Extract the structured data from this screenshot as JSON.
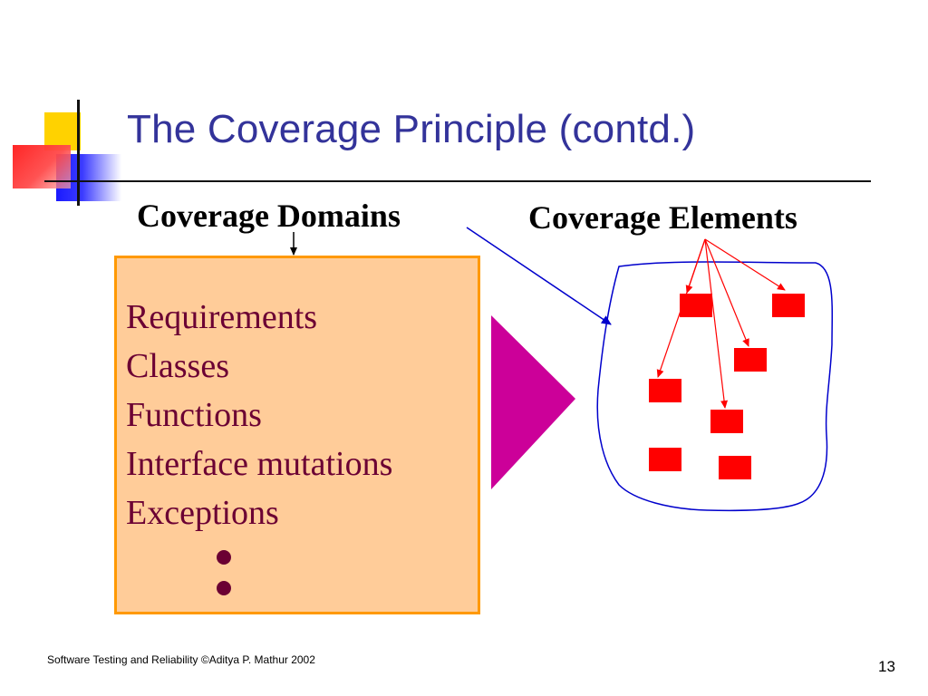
{
  "slide": {
    "title": "The Coverage Principle (contd.)",
    "coverage_domains_heading": "Coverage Domains",
    "coverage_elements_heading": "Coverage Elements",
    "domains": [
      "Requirements",
      "Classes",
      "Functions",
      "Interface mutations",
      "Exceptions"
    ],
    "footer": "Software Testing and Reliability  ©Aditya P. Mathur 2002",
    "page_number": "13"
  },
  "colors": {
    "title": "#33339a",
    "domain_box_fill": "#ffcc99",
    "domain_box_border": "#ff9900",
    "domain_text": "#6b0033",
    "arrow_triangle": "#cc0099",
    "element_square": "#ff0000",
    "outline_blue": "#0000cc"
  }
}
